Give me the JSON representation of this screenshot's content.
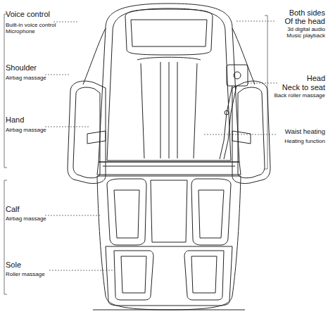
{
  "diagram": {
    "labels": [
      "Voice control",
      "Built-in voice control Microphone",
      "Shoulder",
      "Airbag massage",
      "Hand",
      "Airbag massage",
      "Calf",
      "Airbag massage",
      "Sole",
      "Roller massage",
      "Both sides",
      "Of the head",
      "3d digital audio Music playback",
      "Head",
      "Neck to seat",
      "Back roller massage",
      "Waist heating",
      "Heating function"
    ]
  }
}
